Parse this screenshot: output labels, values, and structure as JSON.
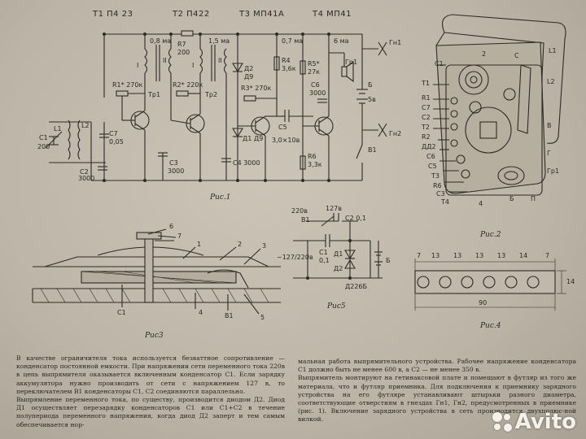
{
  "fig1": {
    "header": [
      "T1 П4 23",
      "T2 П422",
      "T3 МП41А",
      "T4 МП41"
    ],
    "caption": "Рис.1",
    "labels": {
      "l1": "L1",
      "c1": "C1",
      "c1v": "200",
      "c2": "C2",
      "c2v": "3000",
      "l2": "L2",
      "c7": "C7",
      "c7v": "0,05",
      "ma1": "0,8 ма",
      "ma2": "1,5 ма",
      "ma3": "0,7 ма",
      "ma4": "6 ма",
      "r7": "R7",
      "r7v": "200",
      "i1": "I",
      "i2": "I",
      "ii1": "II",
      "ii2": "II",
      "r1": "R1* 270к",
      "tr1": "Tр1",
      "r2": "R2* 220к",
      "tr2": "Tр2",
      "c3": "C3",
      "c3v": "3000",
      "d2": "Д2",
      "d2v": "Д9",
      "r3": "R3* 270к",
      "d1": "Д1",
      "d1v": "Д9",
      "c4": "C4 3000",
      "r4": "R4",
      "r4v": "3,6к",
      "c5": "C5",
      "c5v": "3,0×10в",
      "r5": "R5*",
      "r5v": "27к",
      "c6": "C6",
      "c6v": "3000",
      "r6": "R6",
      "r6v": "3,3к",
      "gr": "Гр1",
      "b": "Б",
      "bv": "5в",
      "b1": "В1",
      "gn1": "Гн1",
      "gn2": "Гн2"
    }
  },
  "fig2": {
    "caption": "Рис.2",
    "labels": [
      "2",
      "C",
      "L1",
      "C1",
      "T1",
      "R1",
      "C7",
      "C2",
      "T2",
      "R2",
      "ДД2",
      "C6",
      "C5",
      "T3",
      "R6",
      "C3",
      "T4",
      "L2",
      "B",
      "Гр1",
      "Г",
      "П",
      "Б",
      "4"
    ]
  },
  "fig3": {
    "caption": "Рис3",
    "labels": [
      "6",
      "7",
      "1",
      "2",
      "3",
      "C1",
      "4",
      "В1",
      "5"
    ]
  },
  "fig4": {
    "caption": "Рис.4",
    "dims": [
      "7",
      "13",
      "13",
      "13",
      "13",
      "14",
      "7"
    ],
    "width": "90",
    "height": "14"
  },
  "fig5": {
    "caption": "Рис5",
    "labels": [
      "220в",
      "127в",
      "C2 0,1",
      "В1",
      "C1",
      "0,1",
      "Д1",
      "Д2",
      "~127/220в",
      "Б",
      "Д226Б"
    ]
  },
  "text": {
    "left": "В качестве ограничителя тока используется безваттное сопротивление — конденсатор постоянной емкости. При напряжении сети переменного тока 220в в цепь выпрямителя оказывается включенным конденсатор С1. Если зарядку аккумуляторa нужно производить от сети с напряжением 127 в, то переключателем В1 конденсаторы С1, С2 соединяются параллельно.",
    "left2": "Выпрямление переменного тока, по существу, производится диодом Д2. Диод Д1 осуществляет перезарядку конденсаторов С1 или С1+С2 в течение полупериода переменного напряжения, когда диод Д2 заперт и тем самым обеспечивается нор-",
    "right": "мальная работа выпрямительного устройства. Рабочее напряжение конденсатора С1 должно быть не менее 600 в, а С2 — не менее 350 в.",
    "right2": "Выпрямитель монтируют на гетинаксовой плате и помещают в футляр из того же материала, что и футляр приемника. Для подключения к приемнику зарядного устройства на его футляре устанавливают штырьки разного диаметра, соответствующие отверстиям в гнездах Гн1, Гн2, предусмотренных в приемнике (рис. 1). Включение зарядного устройства в сеть производится двухполюс-ной вилкой."
  },
  "watermark": "Avito"
}
